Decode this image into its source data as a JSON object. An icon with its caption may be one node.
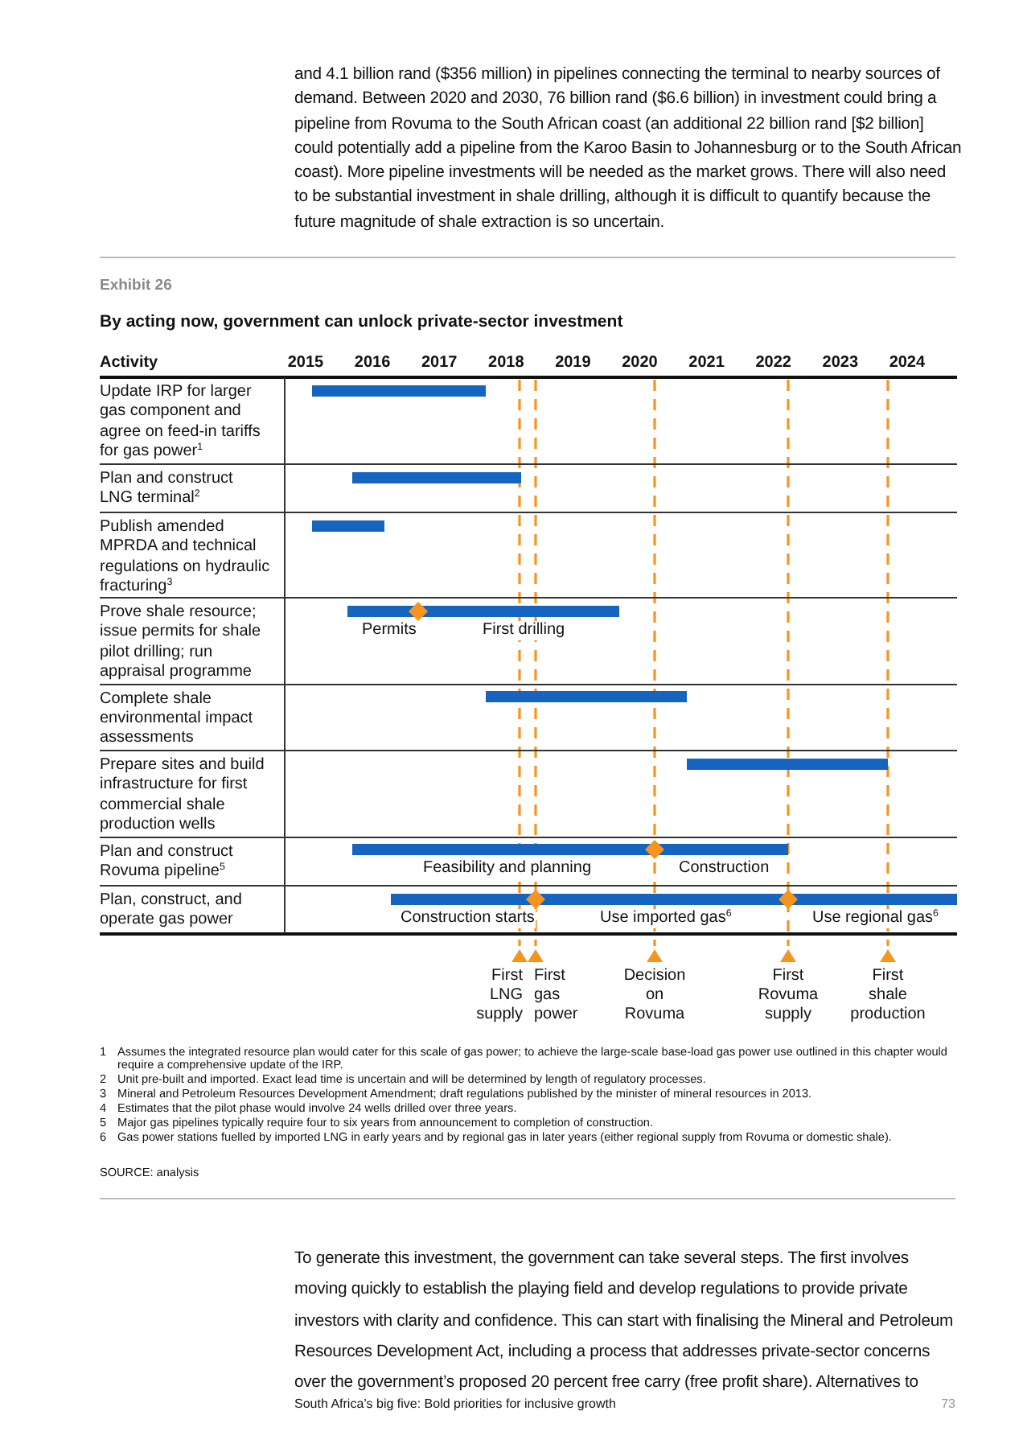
{
  "diagram": {
    "title": "By acting now, government can unlock private-sector investment",
    "nodes": [
      {
        "text": [
          "Update IRP for larger gas component and agree on feed-in tariffs for gas power$^{1}$"
        ]
      },
      {
        "text": [
          "Plan and construct LNG terminal$^{2}$"
        ]
      },
      {
        "text": [
          "Publish amended MPRDA and technical regulations on hydraulic fracturing$^{3}$"
        ]
      },
      {
        "text": [
          "Prove shale resource; issue permits for shale pilot drilling; run appraisal programme",
          "Permits",
          "First drilling"
        ]
      },
      {
        "text": [
          "Complete shale environmental impact assessments"
        ]
      },
      {
        "text": [
          "Prepare sites and build infrastructure for first commercial shale production wells"
        ]
      },
      {
        "text": [
          "Plan and construct Rovuma pipeline$^{5}$",
          "Feasibility and planning",
          "Construction"
        ]
      },
      {
        "text": [
          "Plan, construct, and operate gas power",
          "Construction starts",
          "Use imported gas$^{6}$",
          "Use regional gas$^{6}$"
        ]
      }
    ],
    "labels": [
      "and 4.1 billion rand ($356 million) in pipelines connecting the terminal to nearby sources of demand. Between 2020 and 2030, 76 billion rand ($6.6 billion) in investment could bring a pipeline from Rovuma to the South African coast (an additional 22 billion rand [$2 billion] could potentially add a pipeline from the Karoo Basin to Johannesburg or to the South African coast). More pipeline investments will be needed as the market grows. There will also need to be substantial investment in shale drilling, although it is difficult to quantify because the future magnitude of shale extraction is so uncertain.",
      "Exhibit 26",
      "Activity",
      "2015",
      "2016",
      "2017",
      "2018",
      "2019",
      "2020",
      "2021",
      "2022",
      "2023",
      "2024",
      "First LNG supply",
      "First gas power",
      "Decision on Rovuma",
      "First Rovuma supply",
      "First shale production",
      "1",
      "Assumes the integrated resource plan would cater for this scale of gas power; to achieve the large-scale base-load gas power use outlined in this chapter would require a comprehensive update of the IRP.",
      "2",
      "Unit pre-built and imported. Exact lead time is uncertain and will be determined by length of regulatory processes.",
      "3",
      "Mineral and Petroleum Resources Development Amendment; draft regulations published by the minister of mineral resources in 2013.",
      "4",
      "Estimates that the pilot phase would involve 24 wells drilled over three years.",
      "5",
      "Major gas pipelines typically require four to six years from announcement to completion of construction.",
      "6",
      "Gas power stations fuelled by imported LNG in early years and by regional gas in later years (either regional supply from Rovuma or domestic shale).",
      "SOURCE: analysis",
      "To generate this investment, the government can take several steps. The first involves moving quickly to establish the playing field and develop regulations to provide private investors with clarity and confidence. This can start with finalising the Mineral and Petroleum Resources Development Act, including a process that addresses private-sector concerns over the government’s proposed 20 percent free carry (free profit share). Alternatives to",
      "South Africa’s big five: Bold priorities for inclusive growth",
      "73"
    ]
  }
}
